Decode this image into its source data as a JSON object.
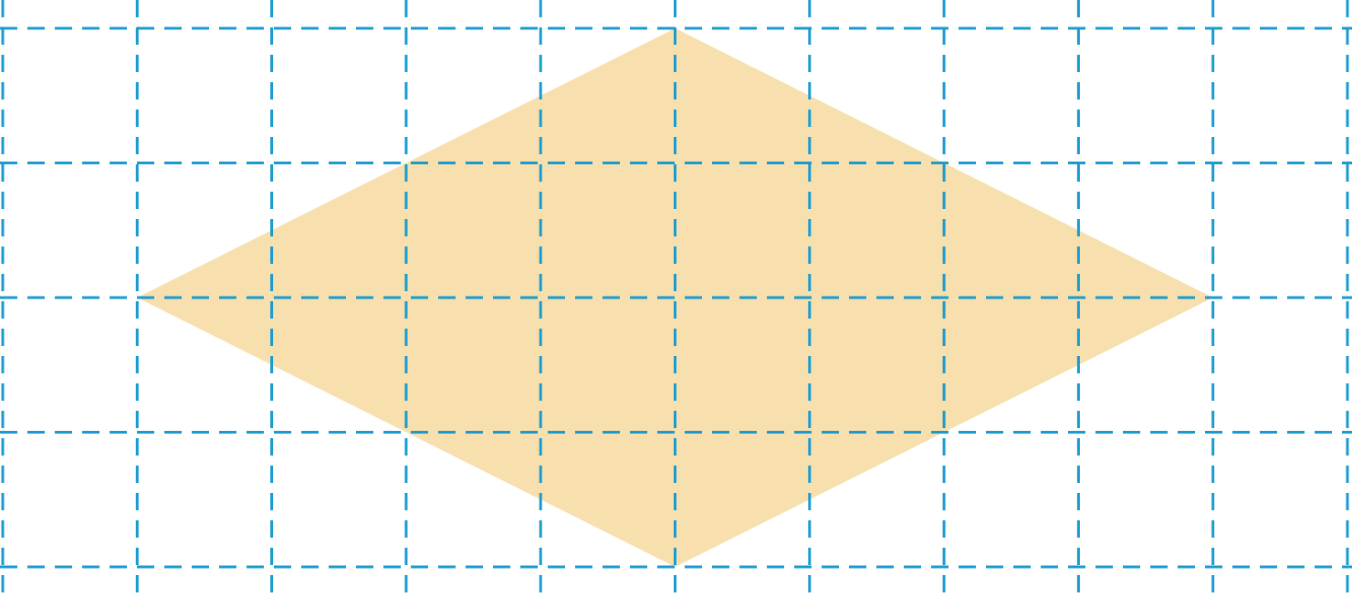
{
  "diagram": {
    "grid": {
      "columns": 10,
      "rows": 4,
      "line_color": "#1a9bd0",
      "line_style": "dashed"
    },
    "rhombus": {
      "fill_color": "#f7e0ad",
      "vertices_grid_units": [
        [
          5,
          0
        ],
        [
          9,
          2
        ],
        [
          5,
          4
        ],
        [
          1,
          2
        ]
      ]
    }
  }
}
